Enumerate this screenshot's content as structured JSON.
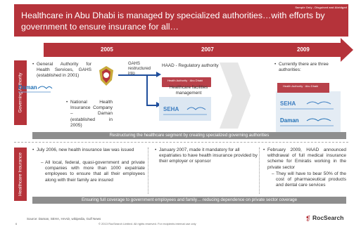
{
  "header": {
    "sample_note": "Sample Only - Disguised and Abridged",
    "title": "Healthcare in Abu Dhabi is managed by specialized authorities…with efforts by government to ensure insurance for all…"
  },
  "timeline": {
    "years": [
      "2005",
      "2007",
      "2009"
    ]
  },
  "governing": {
    "side_label": "Governing Authority",
    "gahs_text": "General Authority for Health Services, GAHS (established in 2001)",
    "daman_logo": "Daman",
    "daman_text": "National Health Insurance Company – Daman (established in 2005)",
    "gahs_restructured": "GAHS restructured into",
    "haad_label": "HAAD - Regulatory authority",
    "haad_logo_text": "Health Authority · Abu Dhabi",
    "facilities_label": "Healthcare facilities management",
    "seha_logo": "SEHA",
    "currently_text": "Currently there are three authorities:",
    "banner": "Restructuring the healthcare segment by creating specialized governing authorities"
  },
  "insurance": {
    "side_label": "Healthcare Insurance",
    "col1": "July 2006, new health insurance law was issued",
    "col1_sub": "All local, federal, quasi-government and private companies with more than 1000 expatriate employees to ensure that all their employees along with their family are insured",
    "col2": "January 2007, made it mandatory for all expatriates to have health insurance provided by their employer or sponsor",
    "col3": "February 2009, HAAD announced withdrawal of full medical insurance scheme for Emiratis working in the private sector",
    "col3_sub": "They will have to bear 50% of the cost of pharmaceutical products and dental care services",
    "banner": "Ensuring full coverage to government employees and family… reducing dependence on private sector coverage"
  },
  "footer": {
    "source": "Source:     Daman, SEHA, HAAD, wikipedia, Gulf News",
    "page": "6",
    "copyright": "© 2013 RocSearch Limited. All rights reserved. For recipients internal use only",
    "logo": "RocSearch"
  }
}
